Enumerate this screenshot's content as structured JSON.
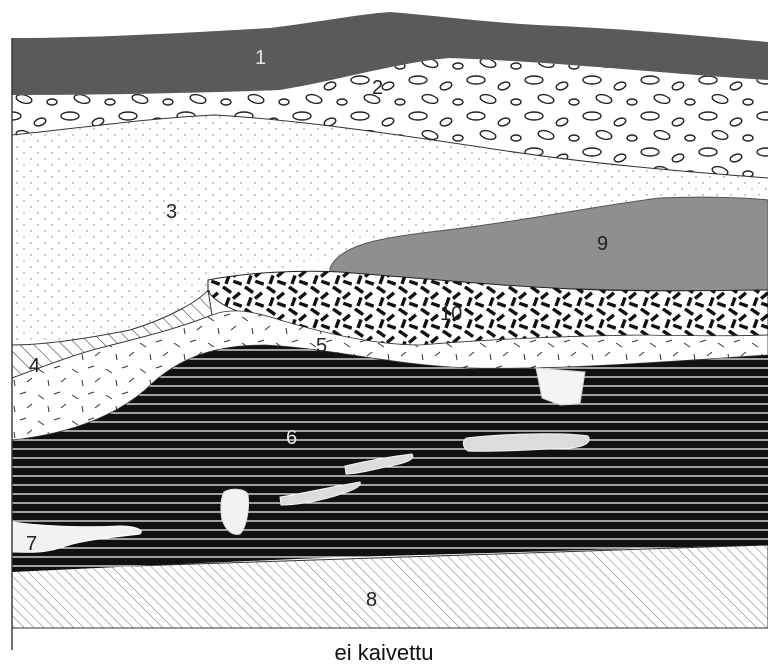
{
  "layers": [
    {
      "id": "1",
      "label": "1"
    },
    {
      "id": "2",
      "label": "2"
    },
    {
      "id": "3",
      "label": "3"
    },
    {
      "id": "4",
      "label": "4"
    },
    {
      "id": "5",
      "label": "5"
    },
    {
      "id": "6",
      "label": "6"
    },
    {
      "id": "7",
      "label": "7"
    },
    {
      "id": "8",
      "label": "8"
    },
    {
      "id": "9",
      "label": "9"
    },
    {
      "id": "10",
      "label": "10"
    }
  ],
  "caption": "ei kaivettu",
  "colors": {
    "layer1": "#5a5a5a",
    "layer9": "#8f8f8f",
    "layer6": "#111111",
    "background": "#ffffff"
  }
}
